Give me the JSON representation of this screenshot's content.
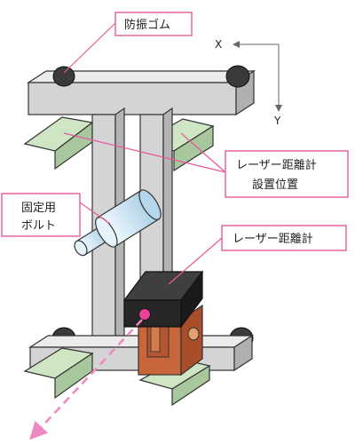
{
  "labels": {
    "rubber": "防振ゴム",
    "install_line1": "レーザー距離計",
    "install_line2": "設置位置",
    "bolt_line1": "固定用",
    "bolt_line2": "ボルト",
    "laser": "レーザー距離計"
  },
  "axes": {
    "x": "X",
    "y": "Y"
  },
  "colors": {
    "callout_border": "#e85a9a",
    "frame_fill": "#d4d4d4",
    "frame_stroke": "#333333",
    "plate_fill": "#cfe6c4",
    "rubber_fill": "#3a3a3a",
    "bolt_fill": "#d6eaf8",
    "laser_body": "#2b2b2b",
    "laser_aperture": "#e8419a",
    "mount_fill": "#c8663a",
    "beam": "#ee88c0"
  }
}
